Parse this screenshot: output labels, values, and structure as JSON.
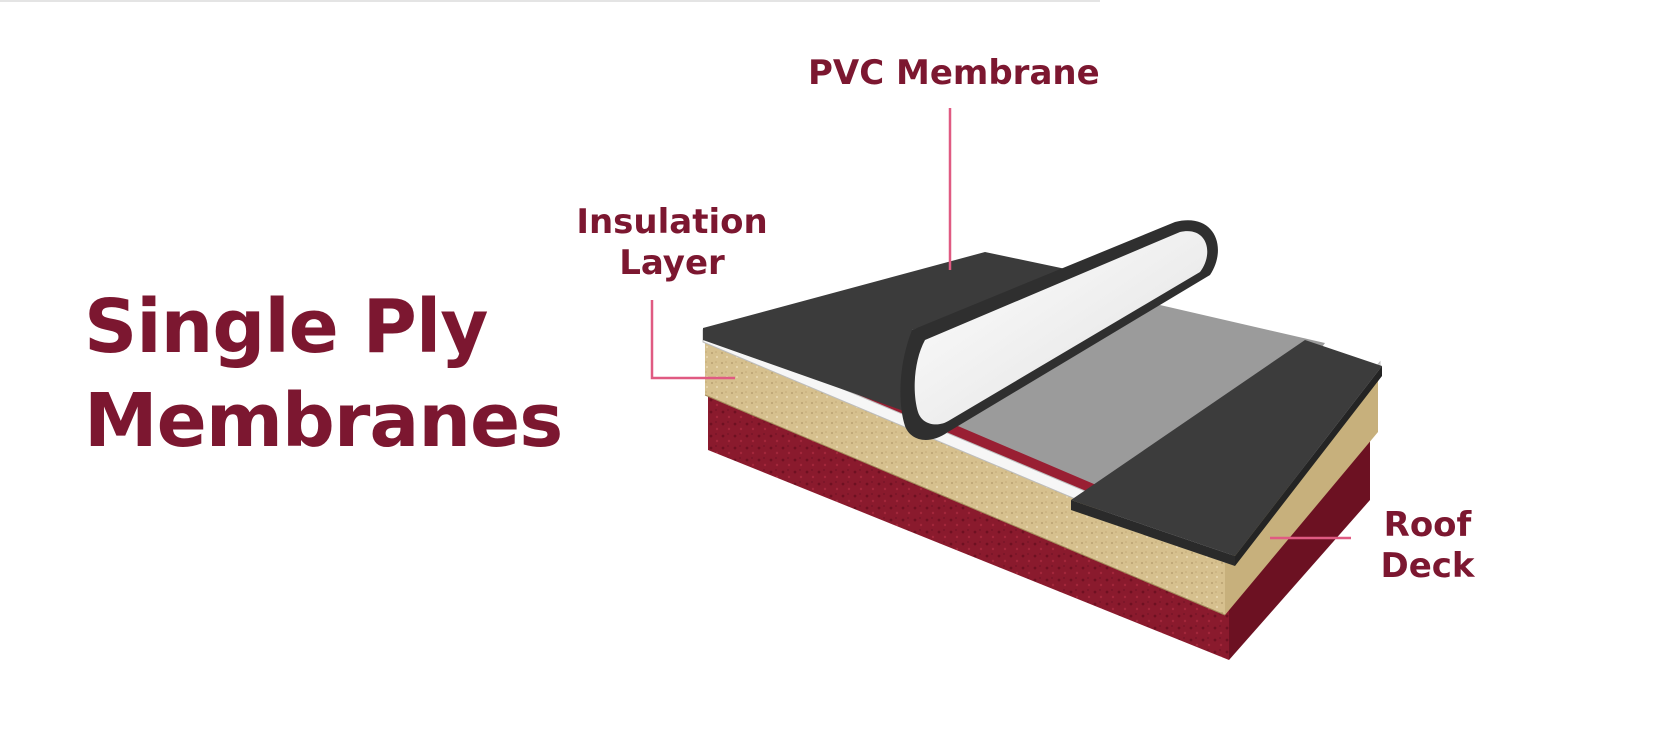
{
  "title": {
    "line1": "Single Ply",
    "line2": "Membranes"
  },
  "labels": {
    "pvc_membrane": "PVC Membrane",
    "insulation": {
      "line1": "Insulation",
      "line2": "Layer"
    },
    "roof_deck": {
      "line1": "Roof",
      "line2": "Deck"
    }
  },
  "colors": {
    "text": "#7c1730",
    "leader": "#e05a82",
    "membrane": "#3b3b3b",
    "membrane_underside": "#f2f2f2",
    "adhered_surface": "#9a9a9a",
    "insulation": "#d9c494",
    "deck": "#8e1a2e"
  }
}
